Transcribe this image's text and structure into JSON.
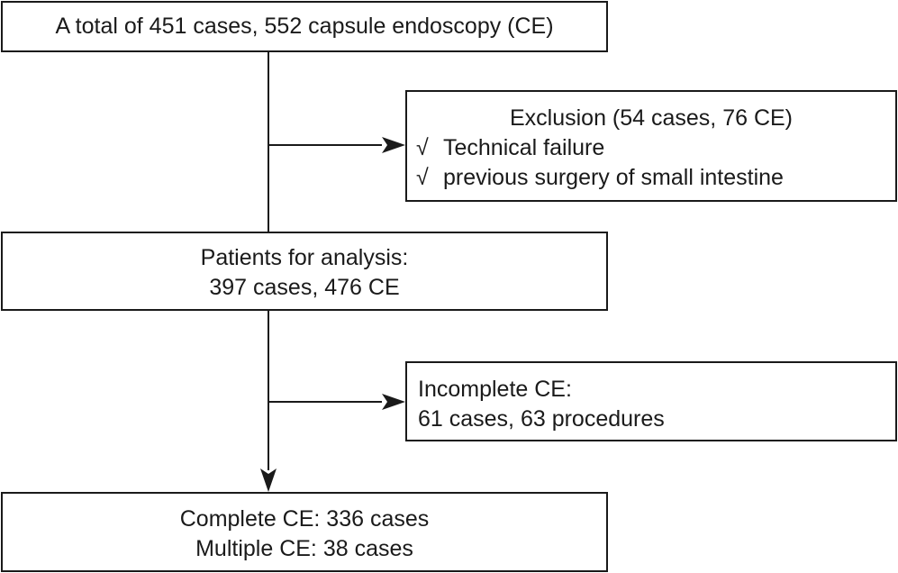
{
  "flowchart": {
    "total_box": {
      "text": "A total of 451 cases, 552 capsule endoscopy (CE)"
    },
    "exclusion_box": {
      "title": "Exclusion (54 cases, 76 CE)",
      "check_symbol": "√",
      "reasons": [
        "Technical failure",
        "previous surgery of small intestine"
      ]
    },
    "analysis_box": {
      "line1": "Patients for analysis:",
      "line2": "397 cases, 476 CE"
    },
    "incomplete_box": {
      "line1": "Incomplete CE:",
      "line2": "61 cases, 63 procedures"
    },
    "complete_box": {
      "line1": "Complete CE: 336 cases",
      "line2": "Multiple CE: 38 cases"
    }
  }
}
